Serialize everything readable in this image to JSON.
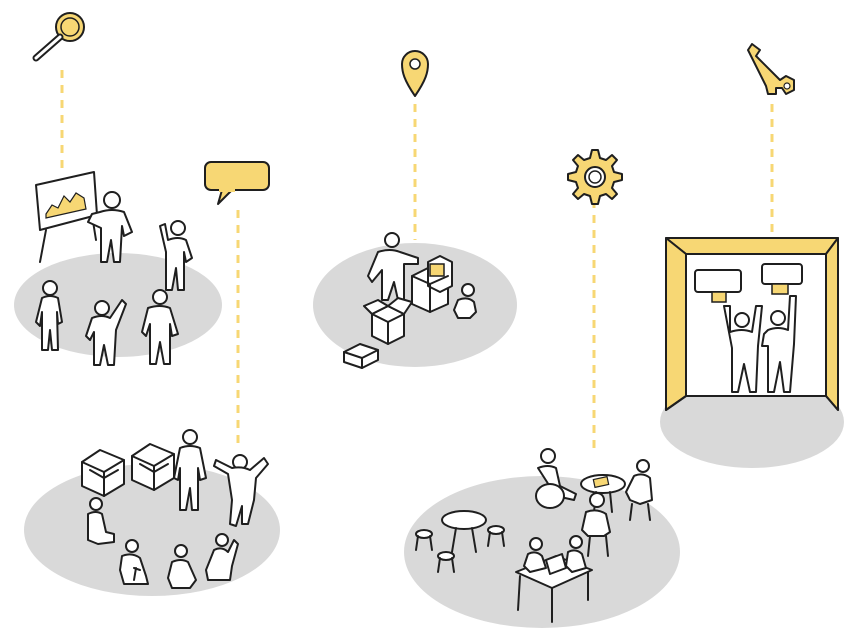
{
  "illustration": {
    "accent_color": "#f7d774",
    "accent_stroke": "#e3b84a",
    "platform_color": "#d9d9d9",
    "line_color": "#1f1f1f",
    "groups": [
      {
        "icon": "magnifier-icon",
        "scene": "presentation-group"
      },
      {
        "icon": "speech-bubble-icon",
        "scene": "workshop-group"
      },
      {
        "icon": "location-pin-icon",
        "scene": "prototyping-group"
      },
      {
        "icon": "gear-icon",
        "scene": "cafe-group"
      },
      {
        "icon": "wrench-icon",
        "scene": "testing-room-group"
      }
    ]
  }
}
